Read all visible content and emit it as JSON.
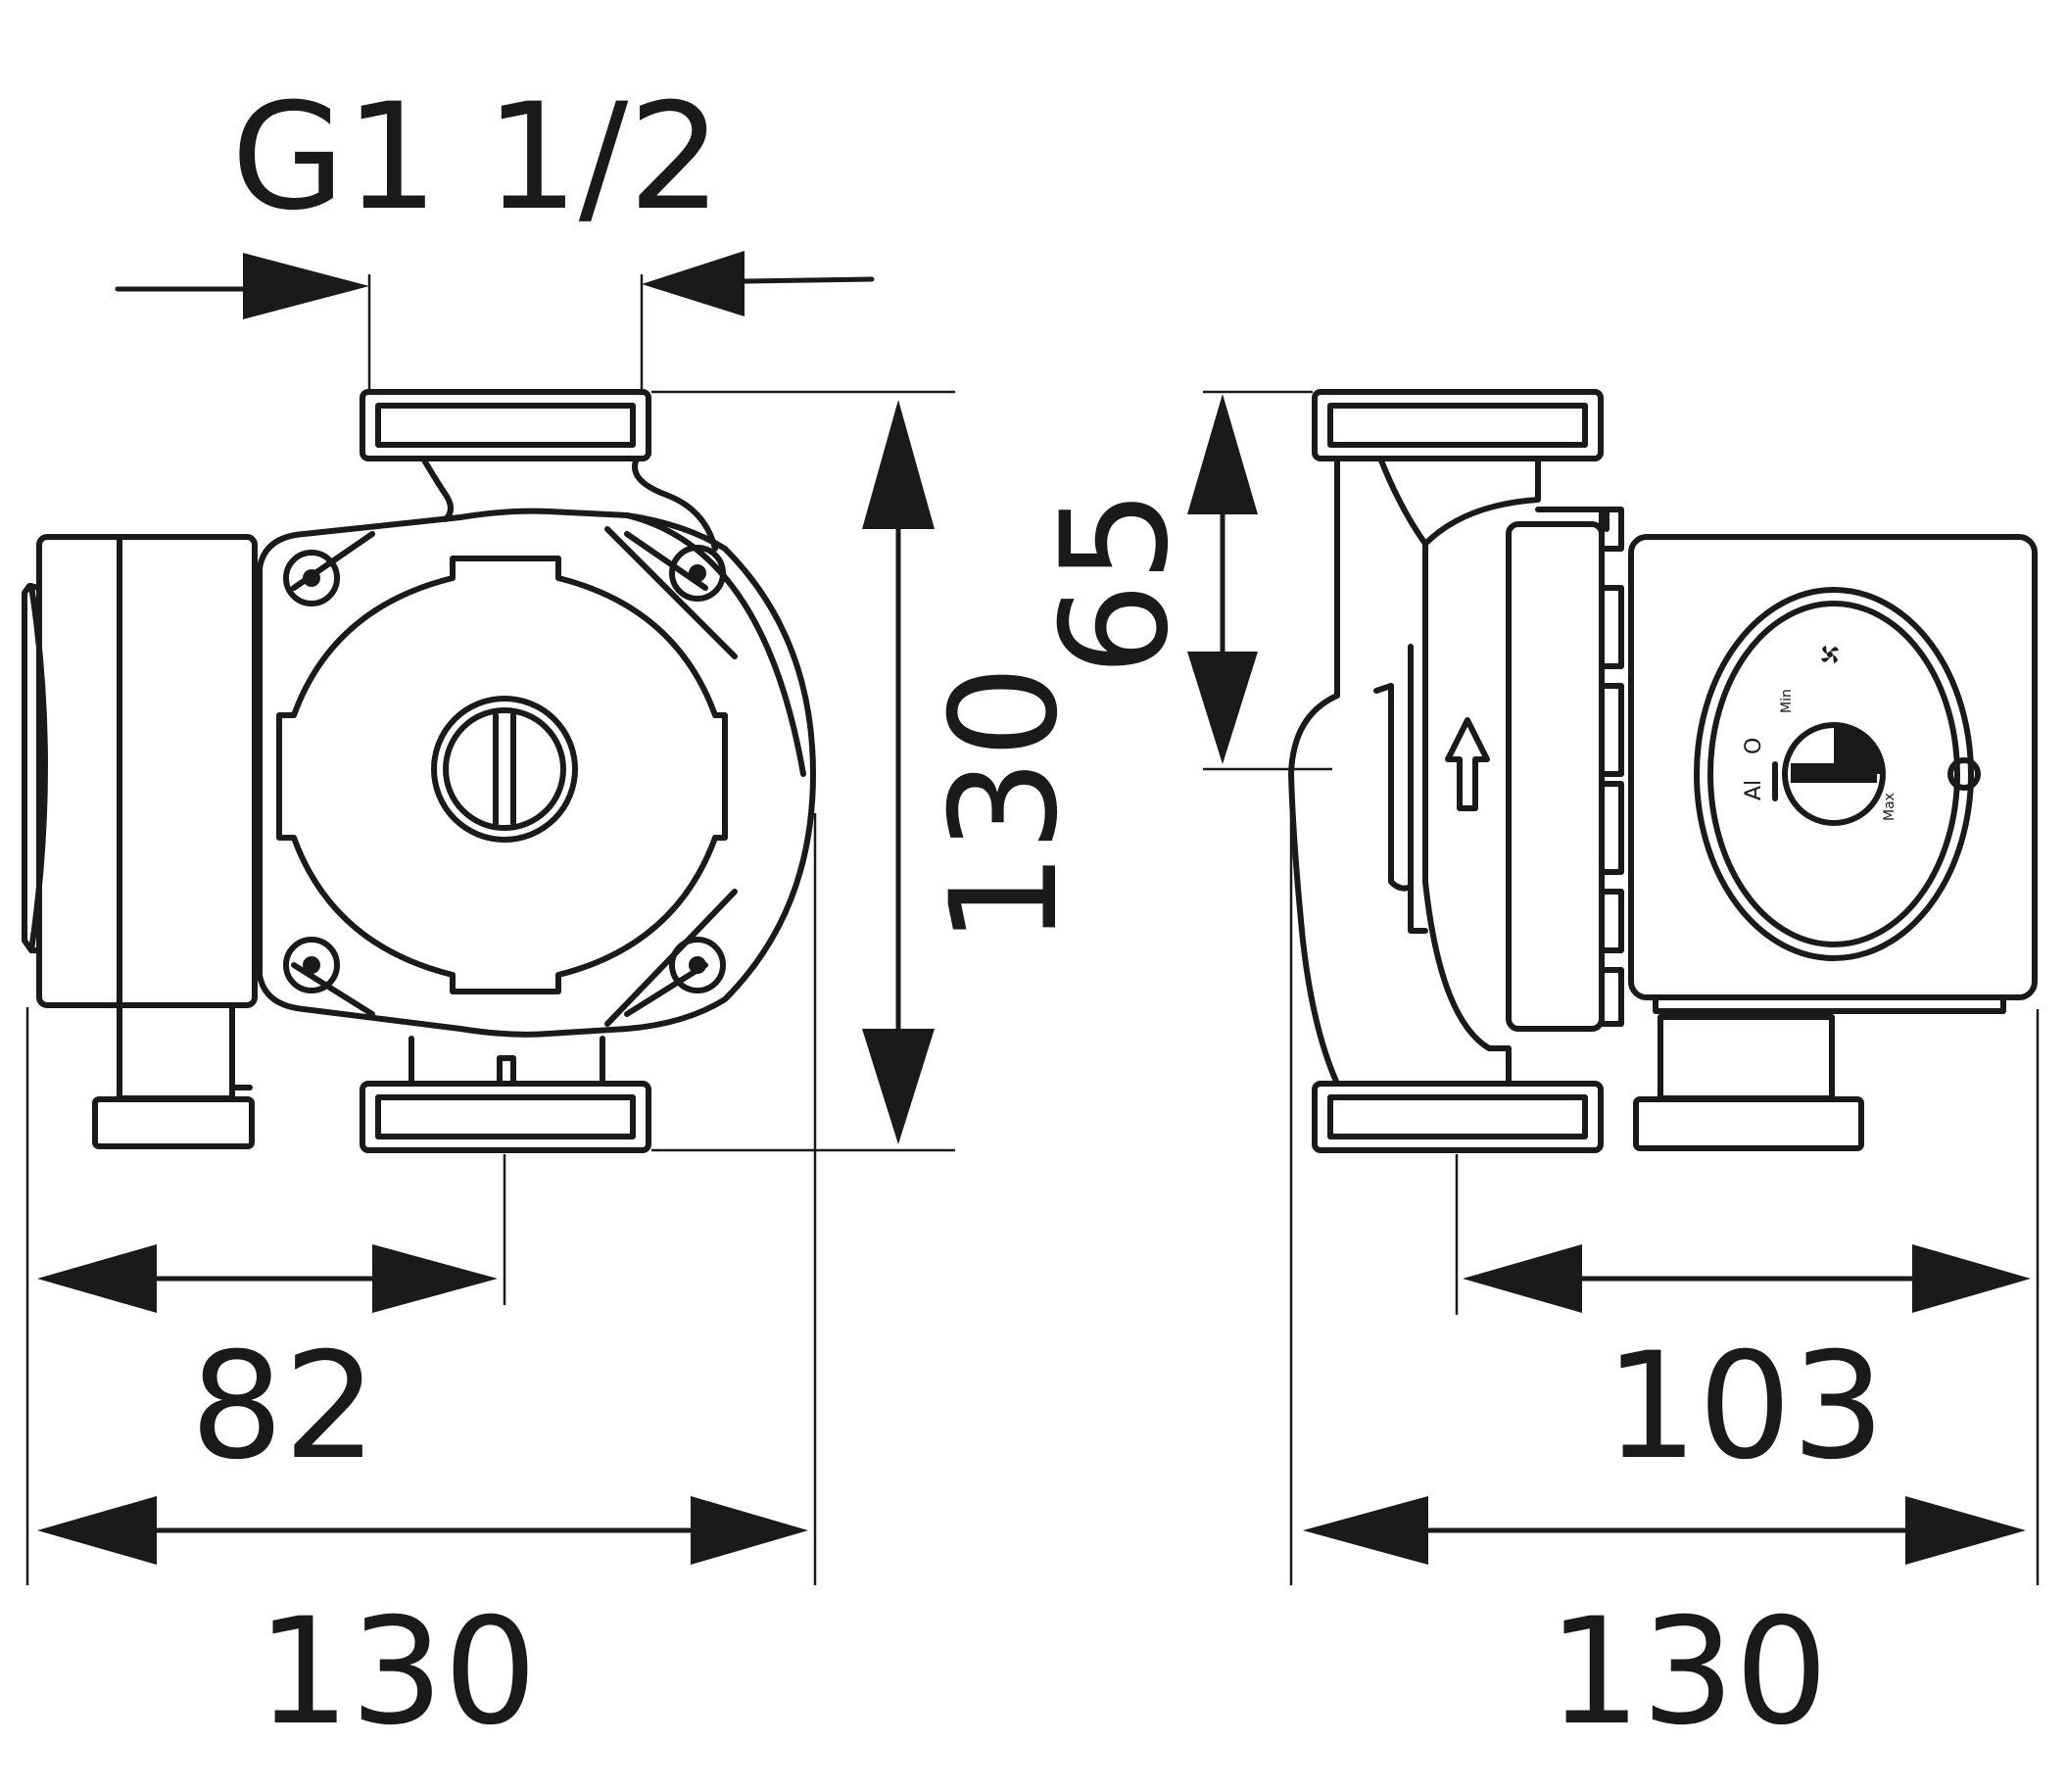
{
  "dimensions": {
    "thread": "G1 1/2",
    "height_total": "130",
    "center_height": "65",
    "left_width_total": "130",
    "left_offset": "82",
    "right_width_total": "130",
    "right_offset": "103"
  },
  "control_dial": {
    "label_auto": "Al",
    "label_off": "O",
    "label_min": "Min",
    "label_max": "Max"
  },
  "icons": {
    "fan": "fan-icon",
    "flow_arrow": "flow-direction-arrow-icon"
  }
}
